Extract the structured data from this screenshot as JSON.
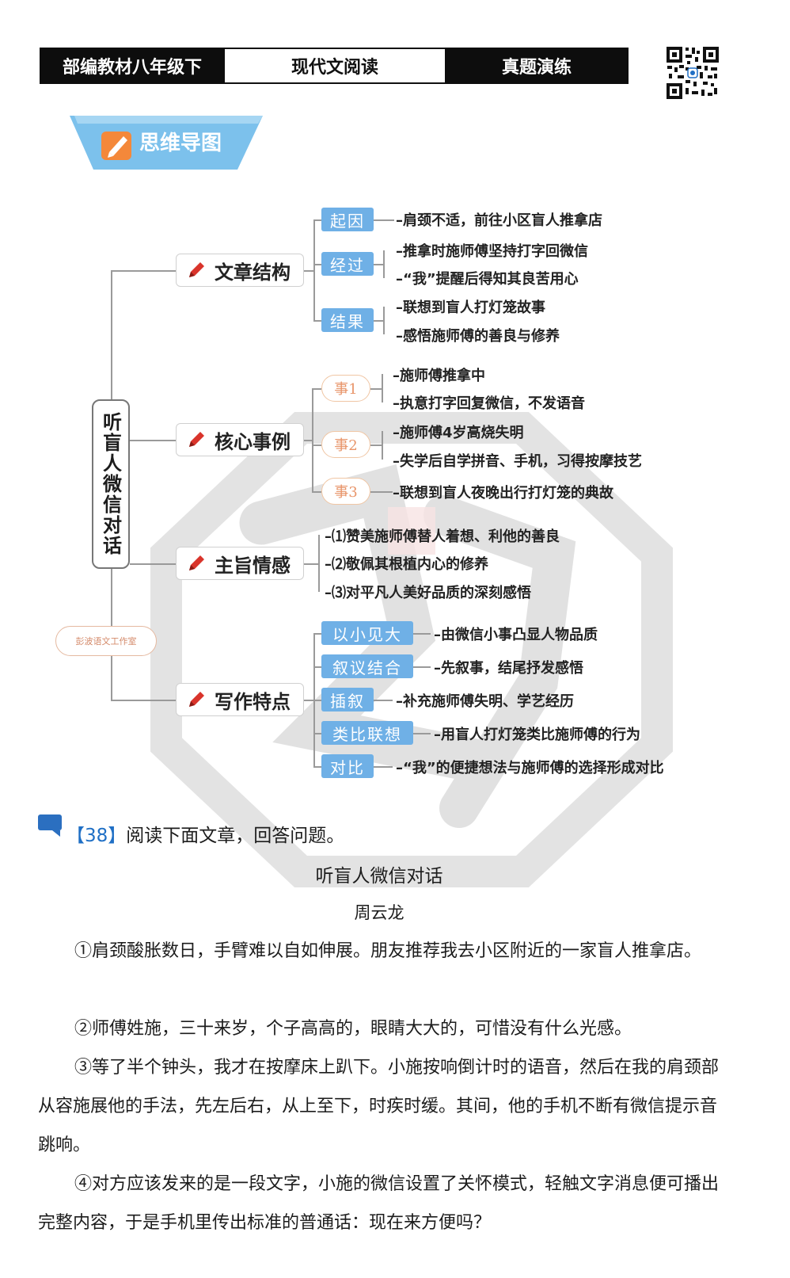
{
  "header": {
    "left": "部编教材八年级下",
    "middle": "现代文阅读",
    "right": "真题演练"
  },
  "banner": {
    "label": "思维导图"
  },
  "mindmap": {
    "root": "听盲人微信对话",
    "studio": "彭波语文工作室",
    "branches": {
      "structure": {
        "label": "文章结构",
        "tags": [
          "起因",
          "经过",
          "结果"
        ],
        "leaves": [
          "–肩颈不适，前往小区盲人推拿店",
          "–推拿时施师傅坚持打字回微信",
          "–“我”提醒后得知其良苦用心",
          "–联想到盲人打灯笼故事",
          "–感悟施师傅的善良与修养"
        ]
      },
      "events": {
        "label": "核心事例",
        "tags": [
          "事1",
          "事2",
          "事3"
        ],
        "leaves": [
          "–施师傅推拿中",
          "–执意打字回复微信，不发语音",
          "–施师傅4岁高烧失明",
          "–失学后自学拼音、手机，习得按摩技艺",
          "–联想到盲人夜晚出行打灯笼的典故"
        ]
      },
      "theme": {
        "label": "主旨情感",
        "leaves": [
          "–⑴赞美施师傅替人着想、利他的善良",
          "–⑵敬佩其根植内心的修养",
          "–⑶对平凡人美好品质的深刻感悟"
        ]
      },
      "writing": {
        "label": "写作特点",
        "tags": [
          "以小见大",
          "叙议结合",
          "插叙",
          "类比联想",
          "对比"
        ],
        "leaves": [
          "–由微信小事凸显人物品质",
          "–先叙事，结尾抒发感悟",
          "–补充施师傅失明、学艺经历",
          "–用盲人打灯笼类比施师傅的行为",
          "–“我”的便捷想法与施师傅的选择形成对比"
        ]
      }
    }
  },
  "question": {
    "number": "【38】",
    "prompt": "阅读下面文章，回答问题。"
  },
  "article": {
    "title": "听盲人微信对话",
    "author": "周云龙",
    "paragraphs": [
      "①肩颈酸胀数日，手臂难以自如伸展。朋友推荐我去小区附近的一家盲人推拿店。",
      "②师傅姓施，三十来岁，个子高高的，眼睛大大的，可惜没有什么光感。",
      "③等了半个钟头，我才在按摩床上趴下。小施按响倒计时的语音，然后在我的肩颈部从容施展他的手法，先左后右，从上至下，时疾时缓。其间，他的手机不断有微信提示音跳响。",
      "④对方应该发来的是一段文字，小施的微信设置了关怀模式，轻触文字消息便可播出完整内容，于是手机里传出标准的普通话：现在来方便吗？"
    ]
  },
  "colors": {
    "header_dark": "#0d0d0d",
    "tag_blue": "#6fb0e6",
    "tag_orange": "#e8956a",
    "banner_blue": "#7cc1ec",
    "accent_blue": "#1f6fc5",
    "pen_red": "#d9342b"
  }
}
